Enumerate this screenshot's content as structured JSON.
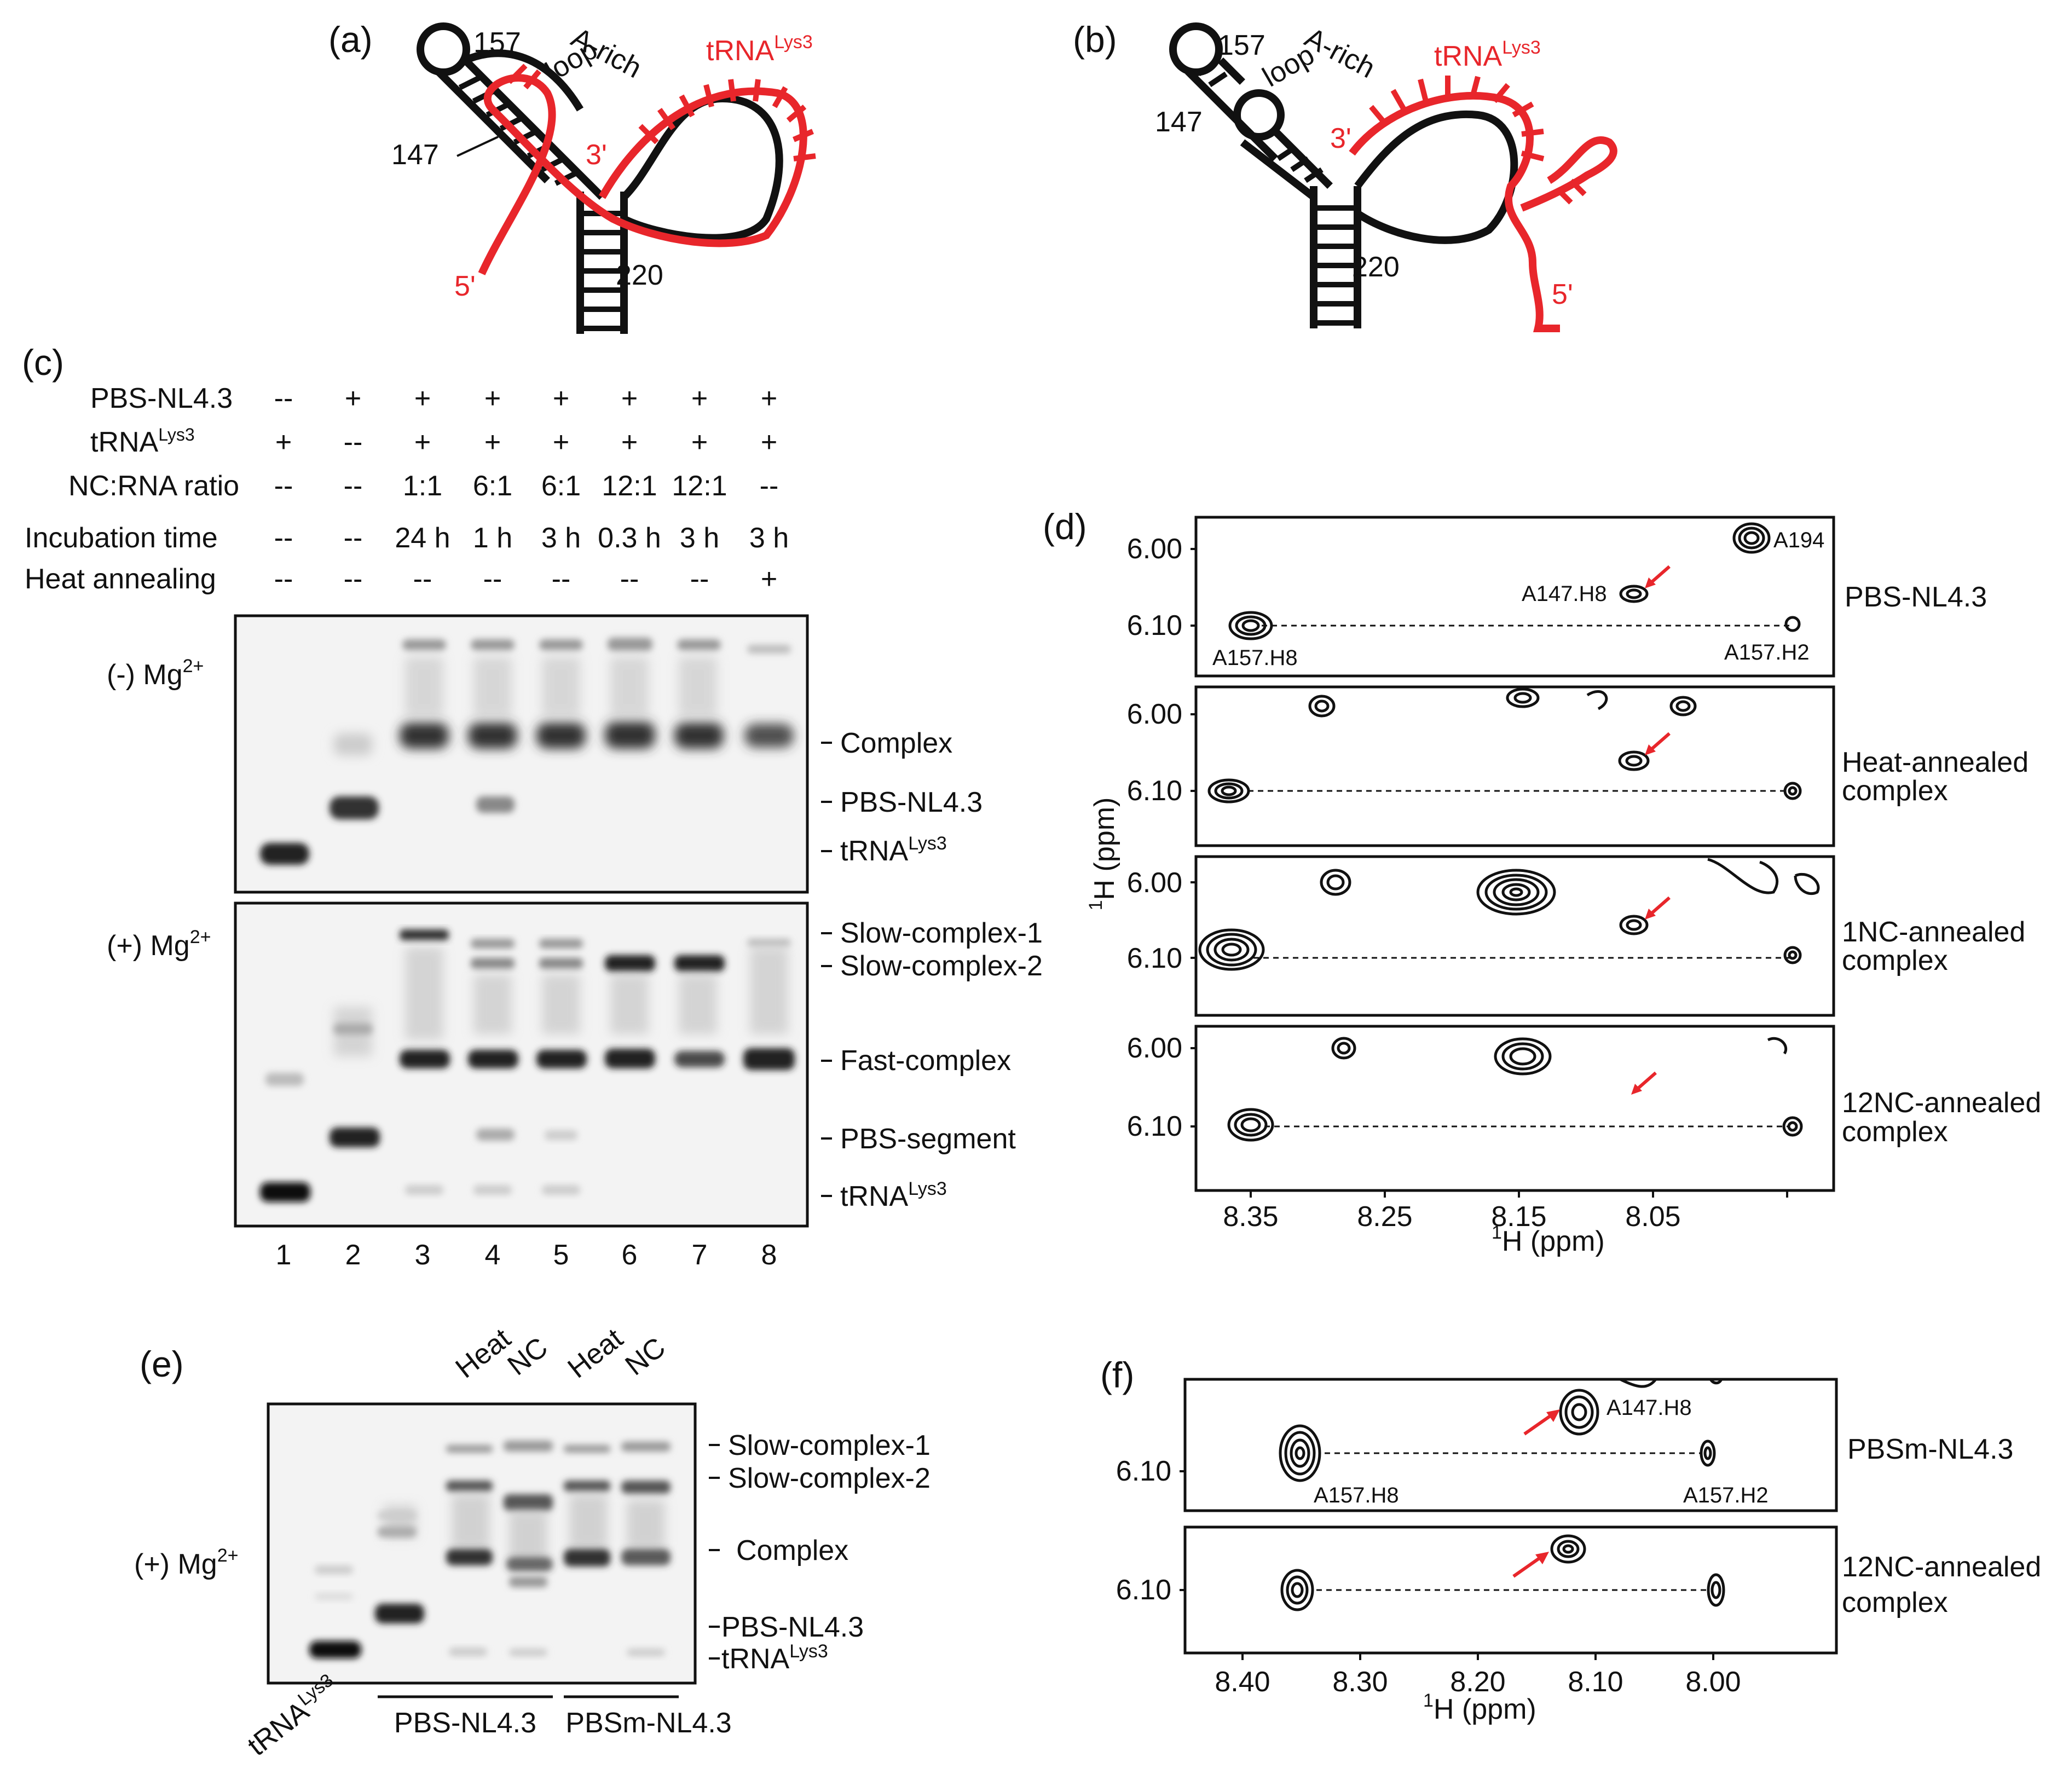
{
  "panels": {
    "a": "(a)",
    "b": "(b)",
    "c": "(c)",
    "d": "(d)",
    "e": "(e)",
    "f": "(f)"
  },
  "colors": {
    "accent": "#e8262b",
    "ink": "#111111"
  },
  "schematic": {
    "a": {
      "n157": "157",
      "n147": "147",
      "n220": "220",
      "loop1": "A-rich",
      "loop2": "loop",
      "trna": "tRNA",
      "trna_sup": "Lys3",
      "end3": "3'",
      "end5": "5'"
    },
    "b": {
      "n157": "157",
      "n147": "147",
      "n220": "220",
      "loop1": "A-rich",
      "loop2": "loop",
      "trna": "tRNA",
      "trna_sup": "Lys3",
      "end3": "3'",
      "end5": "5'"
    }
  },
  "gel_c": {
    "row_labels": [
      "PBS-NL4.3",
      "tRNA",
      "NC:RNA ratio",
      "Incubation time",
      "Heat annealing"
    ],
    "trna_sup": "Lys3",
    "rows": [
      [
        "--",
        "+",
        "+",
        "+",
        "+",
        "+",
        "+",
        "+"
      ],
      [
        "+",
        "--",
        "+",
        "+",
        "+",
        "+",
        "+",
        "+"
      ],
      [
        "--",
        "--",
        "1:1",
        "6:1",
        "6:1",
        "12:1",
        "12:1",
        "--"
      ],
      [
        "--",
        "--",
        "24 h",
        "1 h",
        "3 h",
        "0.3 h",
        "3 h",
        "3 h"
      ],
      [
        "--",
        "--",
        "--",
        "--",
        "--",
        "--",
        "--",
        "+"
      ]
    ],
    "minus_mg": "(-) Mg",
    "plus_mg": "(+) Mg",
    "mg_sup": "2+",
    "top_bands": [
      "Complex",
      "PBS-NL4.3",
      "tRNA"
    ],
    "bottom_bands": [
      "Slow-complex-1",
      "Slow-complex-2",
      "Fast-complex",
      "PBS-segment",
      "tRNA"
    ],
    "lanes": [
      "1",
      "2",
      "3",
      "4",
      "5",
      "6",
      "7",
      "8"
    ]
  },
  "nmr_d": {
    "y_ticks": [
      "6.00",
      "6.10"
    ],
    "x_ticks": [
      "8.35",
      "8.25",
      "8.15",
      "8.05"
    ],
    "x_label": "H (ppm)",
    "y_label": "H (ppm)",
    "isotope": "1",
    "peak_labels": [
      "A194",
      "A147.H8",
      "A157.H8",
      "A157.H2"
    ],
    "spectra": [
      {
        "lines": [
          "PBS-NL4.3"
        ]
      },
      {
        "lines": [
          "Heat-annealed",
          "complex"
        ]
      },
      {
        "lines": [
          "1NC-annealed",
          "complex"
        ]
      },
      {
        "lines": [
          "12NC-annealed",
          "complex"
        ]
      }
    ]
  },
  "gel_e": {
    "top_labels": [
      "Heat",
      "NC",
      "Heat",
      "NC"
    ],
    "plus_mg": "(+) Mg",
    "mg_sup": "2+",
    "bands": [
      "Slow-complex-1",
      "Slow-complex-2",
      "Complex",
      "PBS-NL4.3",
      "tRNA"
    ],
    "trna_sup": "Lys3",
    "bottom_lane": "tRNA",
    "groups": [
      "PBS-NL4.3",
      "PBSm-NL4.3"
    ]
  },
  "nmr_f": {
    "y_ticks": [
      "6.10",
      "6.10"
    ],
    "x_ticks": [
      "8.40",
      "8.30",
      "8.20",
      "8.10",
      "8.00"
    ],
    "x_label": "H (ppm)",
    "isotope": "1",
    "peak_labels": [
      "A147.H8",
      "A157.H8",
      "A157.H2"
    ],
    "spectra": [
      {
        "lines": [
          "PBSm-NL4.3"
        ]
      },
      {
        "lines": [
          "12NC-annealed",
          "complex"
        ]
      }
    ]
  }
}
